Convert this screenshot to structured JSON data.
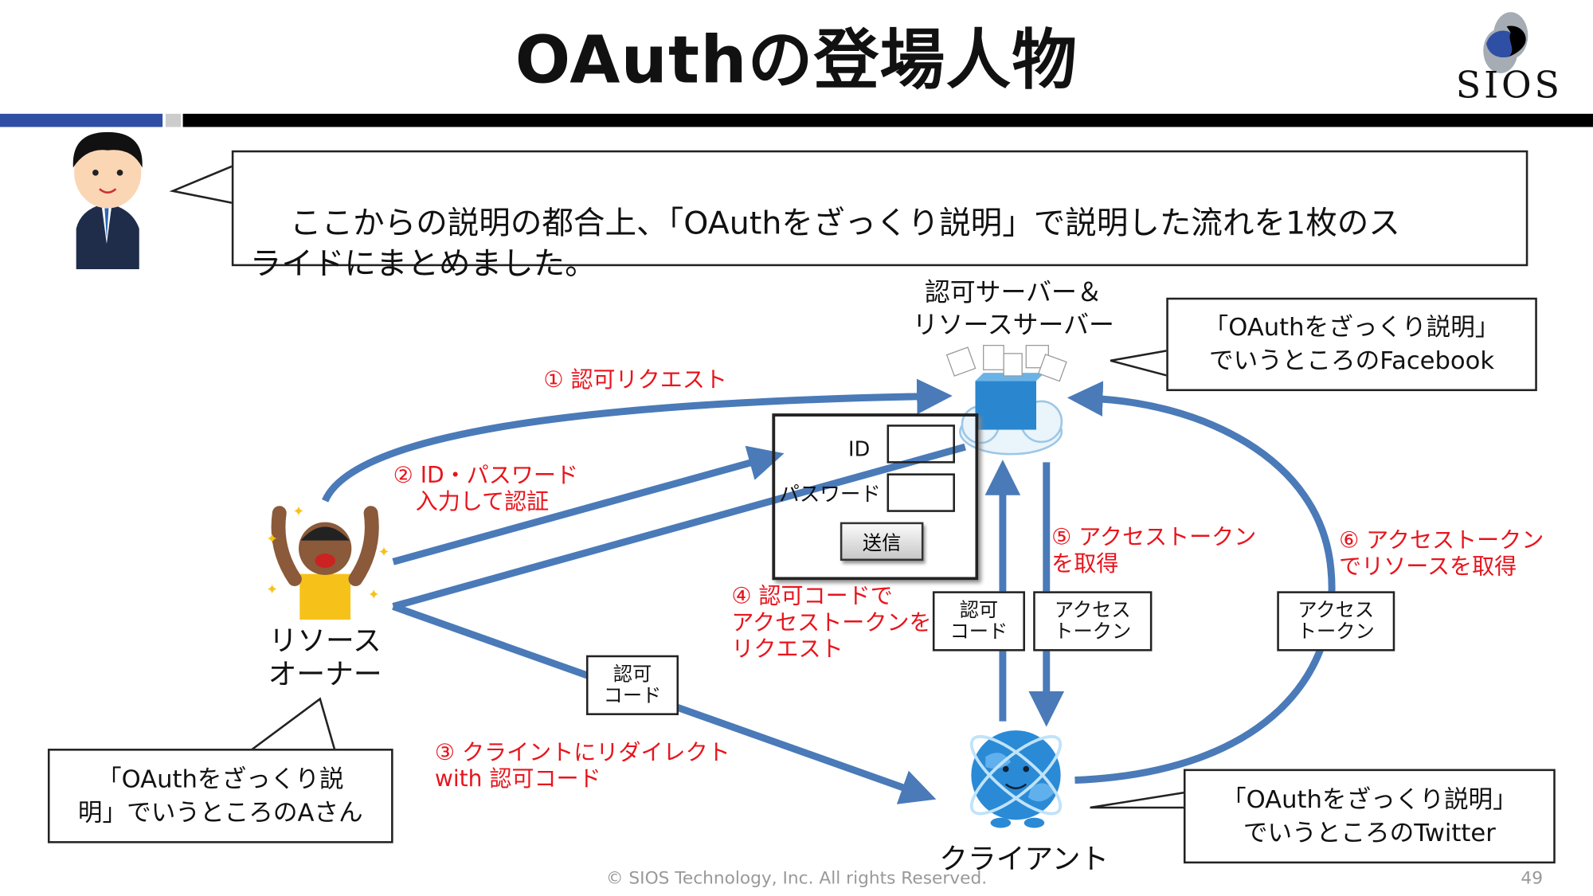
{
  "slide": {
    "title": "OAuthの登場人物",
    "logo_text": "SIOS",
    "page_number": "49",
    "footer": "© SIOS Technology, Inc. All rights Reserved."
  },
  "intro_bubble": "ここからの説明の都合上、「OAuthをざっくり説明」で説明した流れを1枚のス\nライドにまとめました。",
  "actors": {
    "server_label": "認可サーバー＆\nリソースサーバー",
    "owner_label": "リソース\nオーナー",
    "client_label": "クライアント"
  },
  "callouts": {
    "server": "「OAuthをざっくり説明」\nでいうところのFacebook",
    "owner": "「OAuthをざっくり説\n明」でいうところのAさん",
    "client": "「OAuthをざっくり説明」\nでいうところのTwitter"
  },
  "login_form": {
    "id_label": "ID",
    "password_label": "パスワード",
    "submit_label": "送信",
    "id_value": "",
    "password_value": ""
  },
  "steps": [
    "① 認可リクエスト",
    "② ID・パスワード\n　入力して認証",
    "③ クライントにリダイレクト\nwith 認可コード",
    "④ 認可コードで\nアクセストークンを\nリクエスト",
    "⑤ アクセストークン\nを取得",
    "⑥ アクセストークン\nでリソースを取得"
  ],
  "tokens": {
    "auth_code": "認可\nコード",
    "access_token": "アクセス\nトークン"
  },
  "colors": {
    "arrow": "#4a7ab8",
    "step_text": "#e8141c",
    "brand_blue": "#2e4fa3"
  }
}
